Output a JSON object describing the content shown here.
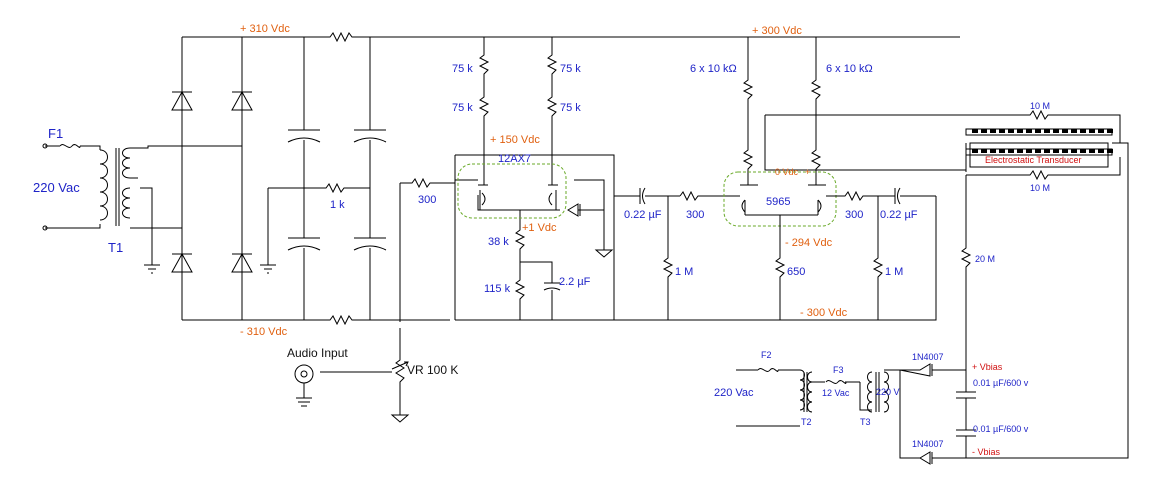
{
  "mains": {
    "fuse": "F1",
    "voltage": "220 Vac",
    "transformer": "T1"
  },
  "rails": {
    "pos310": "+ 310 Vdc",
    "neg310": "- 310 Vdc",
    "pos300": "+ 300 Vdc",
    "neg300": "- 300 Vdc",
    "pos150": "+ 150  Vdc",
    "pos1": "+1 Vdc",
    "zero": "0 Vdc",
    "neg294": "- 294 Vdc",
    "plus": "+"
  },
  "resistors": {
    "r1k": "1 k",
    "r300a": "300",
    "r75a": "75 k",
    "r75b": "75 k",
    "r75c": "75 k",
    "r75d": "75 k",
    "r38k": "38 k",
    "r115k": "115 k",
    "r1ma": "1 M",
    "r300b": "300",
    "r6x10a": "6 x 10 kΩ",
    "r6x10b": "6 x 10 kΩ",
    "r650": "650",
    "r300c": "300",
    "r1mb": "1 M",
    "r10ma": "10 M",
    "r10mb": "10 M",
    "r20m": "20 M"
  },
  "capacitors": {
    "c22a": "0.22 µF",
    "c22b": "0.22 µF",
    "c2u2": "2.2 µF",
    "c001a": "0.01 µF/600 v",
    "c001b": "0.01 µF/600 v"
  },
  "tubes": {
    "t1": "12AX7",
    "t2": "5965"
  },
  "transducer": "Electrostatic Transducer",
  "input": {
    "label": "Audio Input",
    "pot": "VR 100 K"
  },
  "bias": {
    "fuse2": "F2",
    "fuse3": "F3",
    "mains": "220 Vac",
    "t2": "T2",
    "t3": "T3",
    "v12": "12 Vac",
    "v220": "220 V",
    "d1": "1N4007",
    "d2": "1N4007",
    "pos": "+ Vbias",
    "neg": "- Vbias"
  }
}
